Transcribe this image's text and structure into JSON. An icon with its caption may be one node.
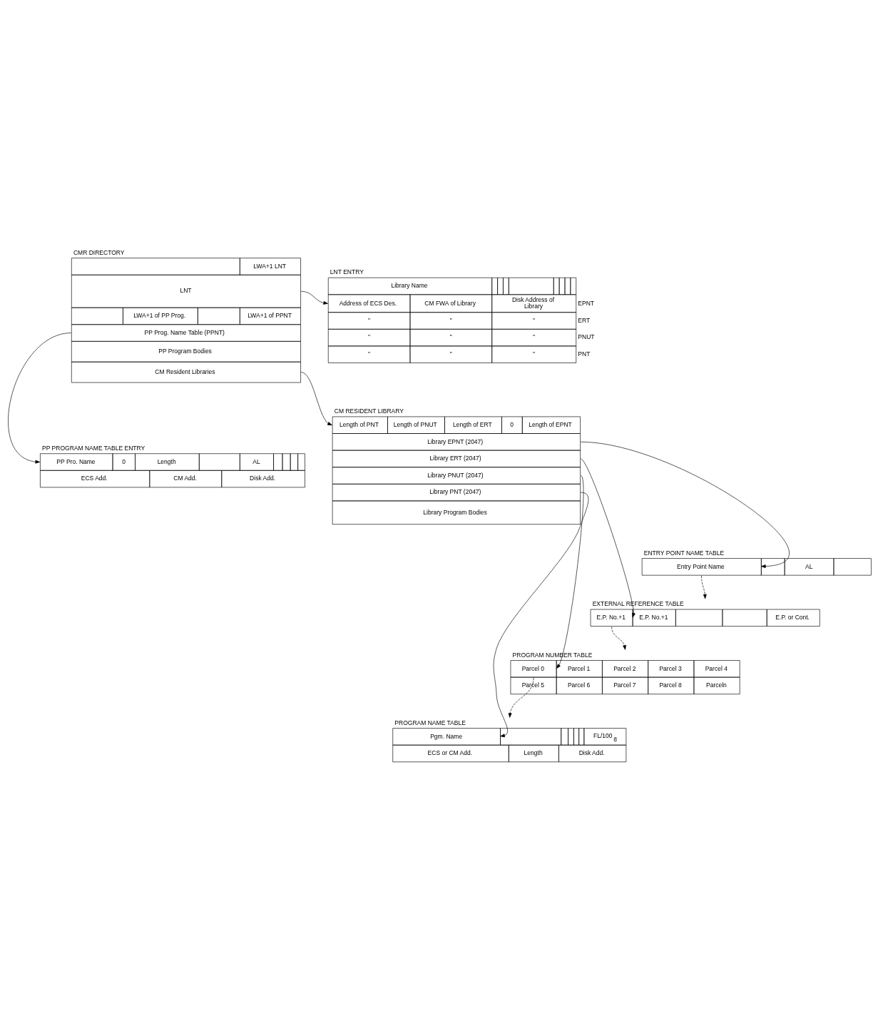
{
  "diagram": {
    "nodes": [
      {
        "text": [
          "CMR DIRECTORY",
          "LWA+1 LNT",
          "LNT",
          "LWA+1 of PP Prog.",
          "LWA+1 of PPNT",
          "PP Prog. Name Table (PPNT)",
          "PP Program Bodies",
          "CM Resident Libraries"
        ]
      },
      {
        "text": [
          "LNT ENTRY",
          "Library Name",
          "Address of ECS Des.",
          "CM FWA of Library",
          "Disk Address of Library",
          "\"",
          "\"",
          "\"",
          "\"",
          "\"",
          "\"",
          "\"",
          "\"",
          "\""
        ],
        "beside": [
          "EPNT",
          "ERT",
          "PNUT",
          "PNT"
        ]
      },
      {
        "text": [
          "CM RESIDENT LIBRARY",
          "Length of PNT",
          "Length of PNUT",
          "Length of ERT",
          "0",
          "Length of EPNT",
          "Library EPNT (2047)",
          "Library ERT (2047)",
          "Library PNUT (2047)",
          "Library PNT (2047)",
          "Library Program Bodies"
        ]
      },
      {
        "text": [
          "PP PROGRAM NAME TABLE ENTRY",
          "PP Pro. Name",
          "0",
          "Length",
          "AL",
          "ECS Add.",
          "CM Add.",
          "Disk Add."
        ]
      },
      {
        "text": [
          "ENTRY POINT NAME TABLE",
          "Entry Point Name",
          "AL"
        ]
      },
      {
        "text": [
          "EXTERNAL REFERENCE TABLE",
          "E.P. No.+1",
          "E.P. No.+1",
          "E.P. or Cont."
        ]
      },
      {
        "text": [
          "PROGRAM NUMBER TABLE",
          "Parcel 0",
          "Parcel 1",
          "Parcel 2",
          "Parcel 3",
          "Parcel 4",
          "Parcel 5",
          "Parcel 6",
          "Parcel 7",
          "Parcel 8",
          "Parceln"
        ]
      },
      {
        "text": [
          "PROGRAM NAME TABLE",
          "Pgm. Name",
          "FL/100$_{8}$",
          "ECS or CM Add.",
          "Length",
          "Disk Add."
        ]
      }
    ],
    "edges": [
      {
        "from": 0,
        "to": 1,
        "arrow": "to"
      },
      {
        "from": 0,
        "to": 3,
        "arrow": "to"
      },
      {
        "from": 0,
        "to": 2,
        "arrow": "to"
      },
      {
        "from": 2,
        "to": 4,
        "arrow": "to"
      },
      {
        "from": 2,
        "to": 5,
        "arrow": "to"
      },
      {
        "from": 2,
        "to": 6,
        "arrow": "to"
      },
      {
        "from": 2,
        "to": 7,
        "arrow": "to"
      },
      {
        "from": 4,
        "to": 5,
        "arrow": "to",
        "style": "dashed"
      },
      {
        "from": 5,
        "to": 6,
        "arrow": "to",
        "style": "dashed"
      },
      {
        "from": 6,
        "to": 7,
        "arrow": "to",
        "style": "dashed"
      }
    ]
  }
}
